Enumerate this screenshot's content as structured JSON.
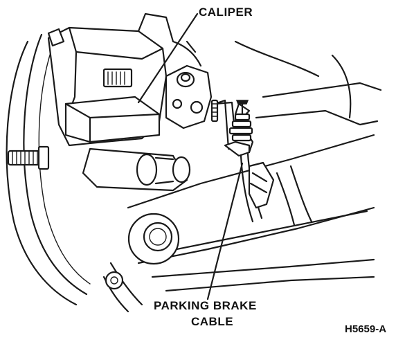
{
  "figure": {
    "labels": {
      "caliper": "CALIPER",
      "parking_brake_cable_line1": "PARKING BRAKE",
      "parking_brake_cable_line2": "CABLE",
      "figure_code": "H5659-A"
    },
    "colors": {
      "ink": "#1a1a1a",
      "background": "#ffffff"
    }
  }
}
